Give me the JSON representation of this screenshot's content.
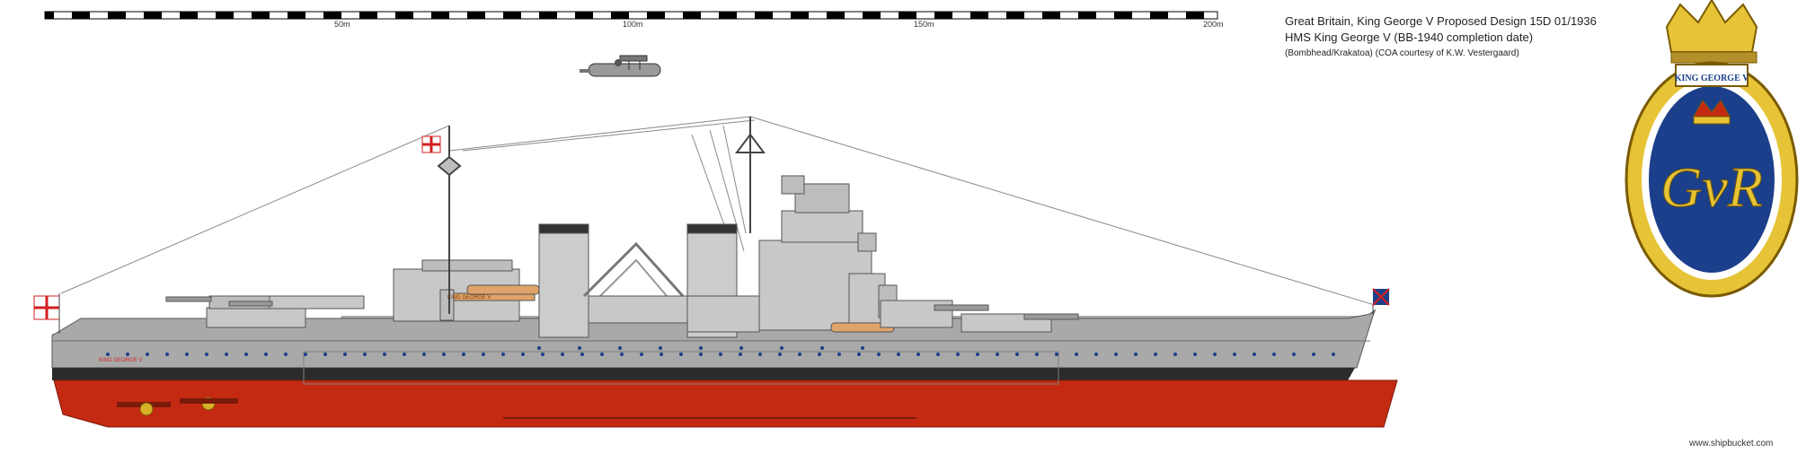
{
  "scale": {
    "labels": [
      "50m",
      "100m",
      "150m",
      "200m"
    ]
  },
  "caption": {
    "line1": "Great Britain, King George V Proposed Design 15D 01/1936",
    "line2": "HMS King George V (BB-1940 completion date)",
    "line3": "(Bombhead/Krakatoa) (COA courtesy of K.W. Vestergaard)"
  },
  "badge": {
    "ribbon_text": "KING GEORGE V",
    "monogram": "GvR"
  },
  "hull": {
    "name_plate": "KING GEORGE V"
  },
  "credit": "www.shipbucket.com",
  "colors": {
    "hull_grey": "#a9a9a9",
    "superstructure_grey": "#c8c8c8",
    "boot_topping": "#2b2b2b",
    "antifouling_red": "#c42a12",
    "badge_gold": "#e7c437",
    "badge_blue": "#1b3f8a",
    "ensign_red": "#d21f1f"
  }
}
